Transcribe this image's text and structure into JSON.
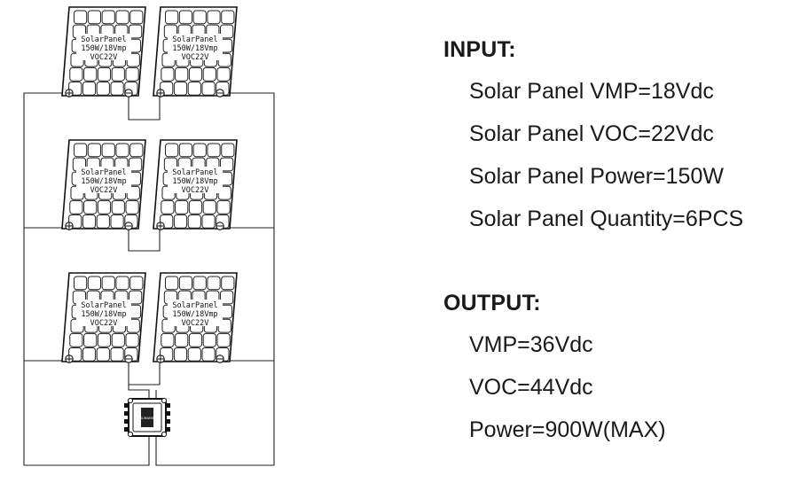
{
  "panel_label": {
    "name": "SolarPanel",
    "rating": "150W/18Vmp",
    "voc": "VOC22V"
  },
  "controller_label": "SUNWISE",
  "input": {
    "heading": "INPUT:",
    "lines": [
      "Solar Panel VMP=18Vdc",
      "Solar Panel VOC=22Vdc",
      "Solar Panel Power=150W",
      "Solar Panel Quantity=6PCS"
    ]
  },
  "output": {
    "heading": "OUTPUT:",
    "lines": [
      "VMP=36Vdc",
      "VOC=44Vdc",
      "Power=900W(MAX)"
    ]
  }
}
